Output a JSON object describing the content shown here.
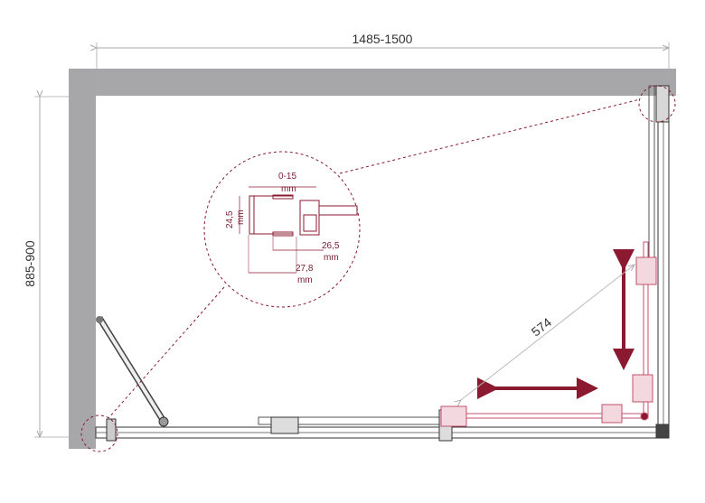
{
  "dimensions": {
    "width_label": "1485-1500",
    "depth_label": "885-900",
    "diagonal_label": "574"
  },
  "detail": {
    "adjust_value": "0-15",
    "adjust_unit": "mm",
    "profile_height_value": "24,5",
    "profile_height_unit": "mm",
    "inner_depth_value": "26,5",
    "inner_depth_unit": "mm",
    "outer_depth_value": "27,8",
    "outer_depth_unit": "mm"
  },
  "colors": {
    "wall": "#a7a7a9",
    "accent": "#8b1a30",
    "dimension_line": "#aaaaaa"
  }
}
